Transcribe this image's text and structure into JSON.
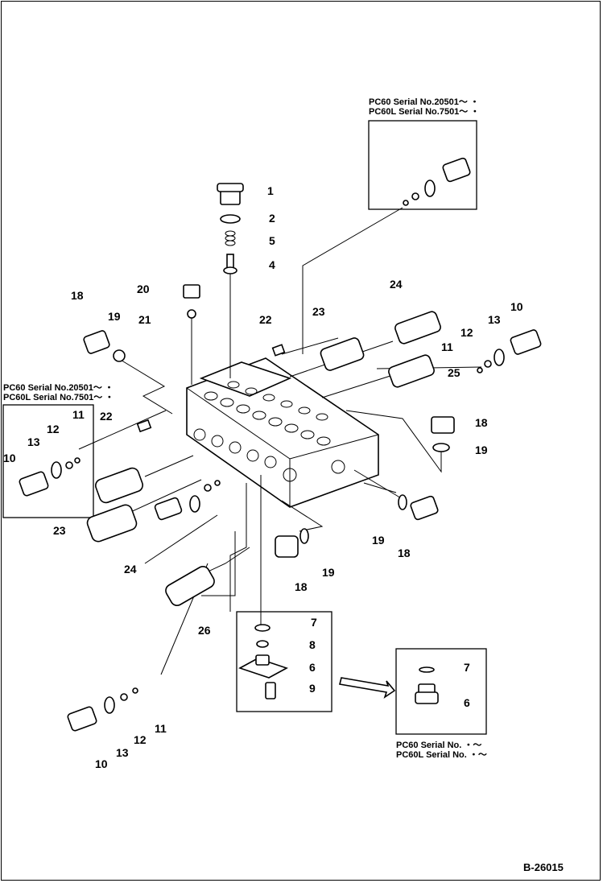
{
  "notes": {
    "top_right": [
      "PC60  Serial No.20501～ ・",
      "PC60L Serial No.7501～ ・"
    ],
    "left": [
      "PC60  Serial No.20501～ ・",
      "PC60L Serial No.7501～ ・"
    ],
    "bottom_right": [
      "PC60  Serial No. ・～",
      "PC60L Serial No. ・～"
    ]
  },
  "document_id": "B-26015",
  "callouts": [
    "1",
    "2",
    "5",
    "4",
    "20",
    "21",
    "18",
    "19",
    "22",
    "23",
    "24",
    "10",
    "13",
    "12",
    "11",
    "25",
    "18",
    "19",
    "19",
    "18",
    "18",
    "19",
    "10",
    "13",
    "12",
    "11",
    "22",
    "23",
    "24",
    "26",
    "7",
    "8",
    "6",
    "9",
    "7",
    "6",
    "10",
    "13",
    "12",
    "11"
  ]
}
